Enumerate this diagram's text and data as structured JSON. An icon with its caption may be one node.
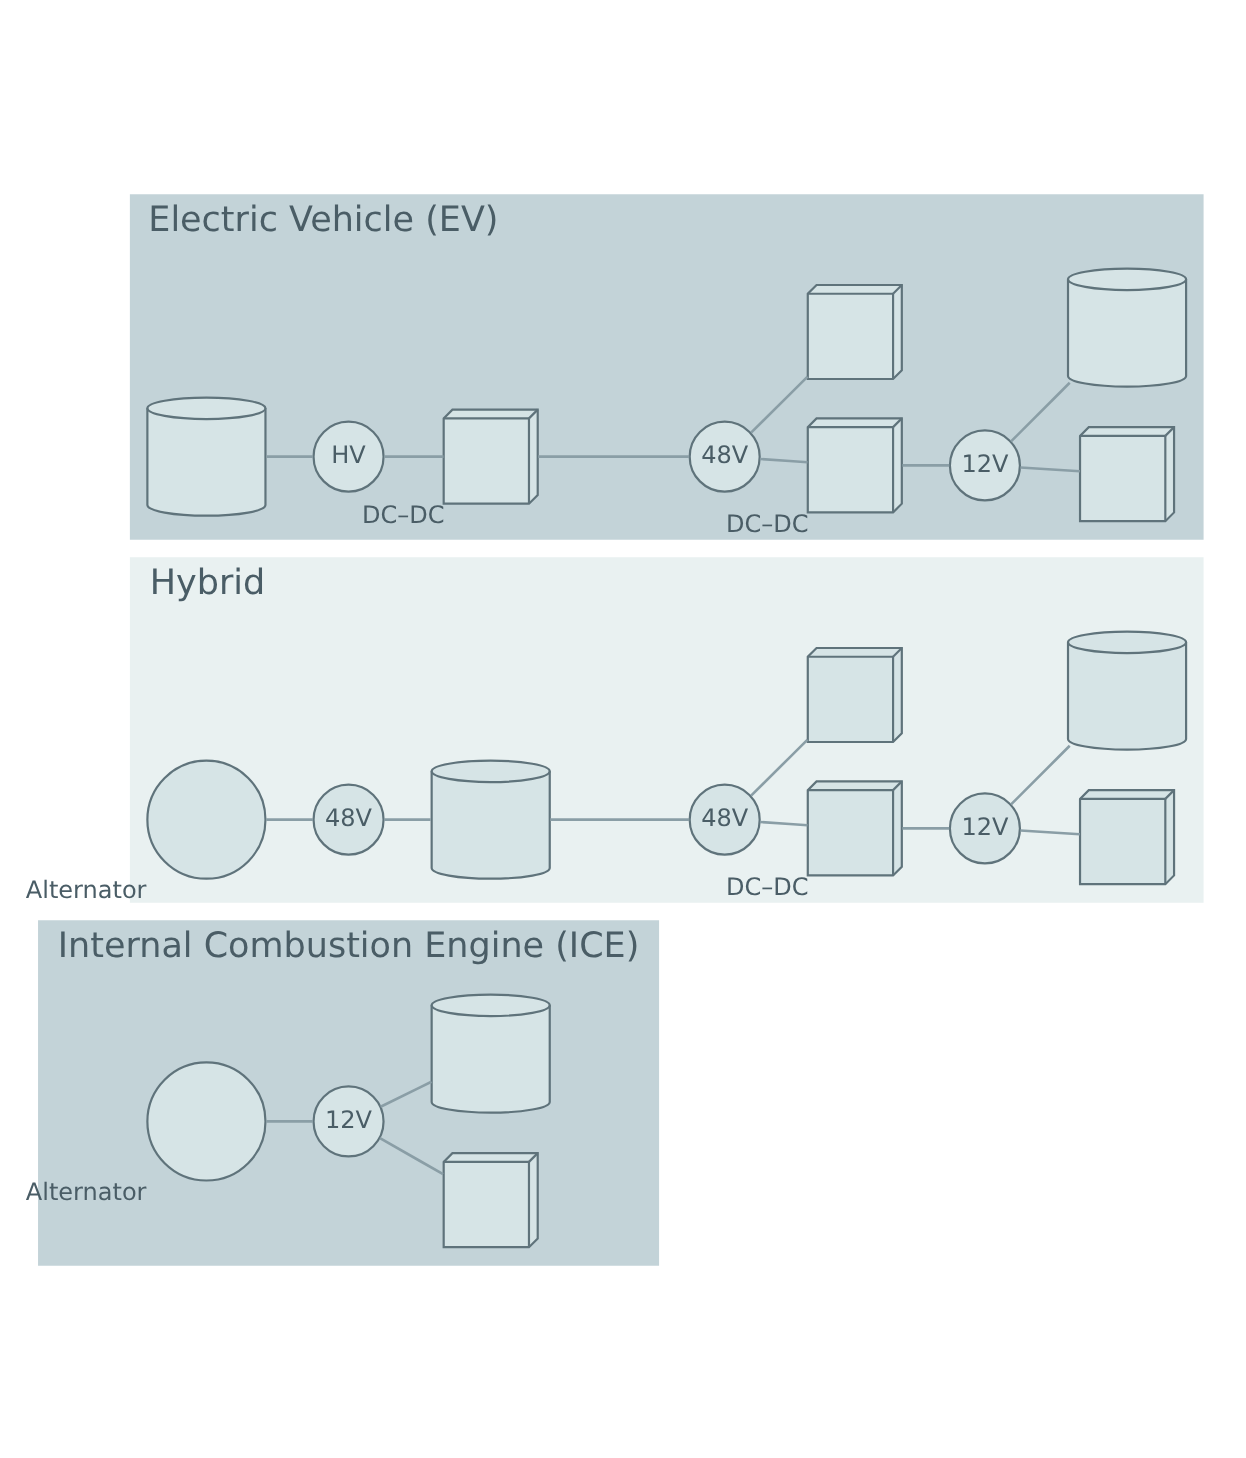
{
  "diagram": {
    "nodes": [
      {
        "text": [
          "Internal Combustion Engine (ICE)"
        ]
      },
      {
        "text": [],
        "shape": "circle",
        "beside": [
          "Alternator"
        ],
        "in": 0
      },
      {
        "text": [
          "12V"
        ],
        "in": 0
      },
      {
        "text": [],
        "shape": "box",
        "in": 0
      },
      {
        "text": [],
        "shape": "battery",
        "in": 0
      },
      {
        "text": [
          "Hybrid"
        ]
      },
      {
        "text": [],
        "shape": "circle",
        "beside": [
          "Alternator"
        ],
        "in": 5
      },
      {
        "text": [
          "48V"
        ],
        "in": 5
      },
      {
        "text": [],
        "shape": "battery",
        "in": 5
      },
      {
        "text": [
          "48V"
        ],
        "in": 5
      },
      {
        "text": [],
        "shape": "box",
        "beside": [
          "DC–DC"
        ],
        "in": 5
      },
      {
        "text": [
          "12V"
        ],
        "in": 5
      },
      {
        "text": [],
        "shape": "box",
        "in": 5
      },
      {
        "text": [],
        "shape": "box",
        "in": 5
      },
      {
        "text": [],
        "shape": "battery",
        "in": 5
      },
      {
        "text": [
          "Electric Vehicle (EV)"
        ]
      },
      {
        "text": [],
        "shape": "battery",
        "in": 15
      },
      {
        "text": [
          "HV"
        ],
        "in": 15
      },
      {
        "text": [],
        "shape": "box",
        "beside": [
          "DC–DC"
        ],
        "in": 15
      },
      {
        "text": [
          "48V"
        ],
        "in": 15
      },
      {
        "text": [],
        "shape": "box",
        "beside": [
          "DC–DC"
        ],
        "in": 15
      },
      {
        "text": [
          "12V"
        ],
        "in": 15
      },
      {
        "text": [],
        "shape": "box",
        "in": 15
      },
      {
        "text": [],
        "shape": "box",
        "in": 15
      },
      {
        "text": [],
        "shape": "battery",
        "in": 15
      }
    ],
    "edges": [
      {
        "from": 1,
        "to": 2,
        "arrow": "none"
      },
      {
        "from": 2,
        "to": 3,
        "arrow": "none"
      },
      {
        "from": 2,
        "to": 4,
        "arrow": "none"
      },
      {
        "from": 6,
        "to": 7,
        "arrow": "none"
      },
      {
        "from": 7,
        "to": 8,
        "arrow": "none"
      },
      {
        "from": 8,
        "to": 9,
        "arrow": "none"
      },
      {
        "from": 9,
        "to": 10,
        "arrow": "none"
      },
      {
        "from": 10,
        "to": 11,
        "arrow": "none"
      },
      {
        "from": 9,
        "to": 12,
        "arrow": "none"
      },
      {
        "from": 11,
        "to": 13,
        "arrow": "none"
      },
      {
        "from": 11,
        "to": 14,
        "arrow": "none"
      },
      {
        "from": 16,
        "to": 17,
        "arrow": "none"
      },
      {
        "from": 17,
        "to": 18,
        "arrow": "none"
      },
      {
        "from": 18,
        "to": 19,
        "arrow": "none"
      },
      {
        "from": 19,
        "to": 20,
        "arrow": "none"
      },
      {
        "from": 20,
        "to": 21,
        "arrow": "none"
      },
      {
        "from": 19,
        "to": 22,
        "arrow": "none"
      },
      {
        "from": 21,
        "to": 23,
        "arrow": "none"
      },
      {
        "from": 21,
        "to": 24,
        "arrow": "none"
      }
    ]
  }
}
